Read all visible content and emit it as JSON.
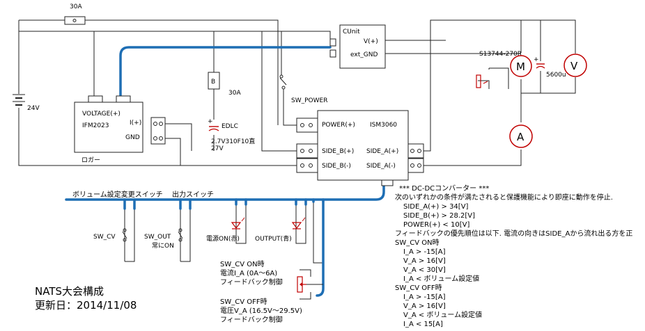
{
  "battery": {
    "voltage": "24V"
  },
  "fuse": {
    "rating": "30A"
  },
  "breaker": {
    "label": "B",
    "rating": "30A"
  },
  "logger": {
    "label_voltage": "VOLTAGE(+)",
    "model": "IFM2023",
    "port_i": "I(+)",
    "port_gnd": "GND",
    "caption": "ロガー"
  },
  "edlc": {
    "name": "EDLC",
    "spec": "2.7V310F10直",
    "voltage": "27V"
  },
  "cunit": {
    "title": "CUnit",
    "port_v": "V(+)",
    "port_gnd": "ext_GND"
  },
  "sw_power": {
    "label": "SW_POWER"
  },
  "ism": {
    "model": "ISM3060",
    "power": "POWER(+)",
    "side_b_plus": "SIDE_B(+)",
    "side_b_minus": "SIDE_B(-)",
    "side_a_plus": "SIDE_A(+)",
    "side_a_minus": "SIDE_A(-)"
  },
  "motor": {
    "model": "S13744-270R",
    "symbol": "M",
    "cap": "5600u"
  },
  "meters": {
    "voltmeter": "V",
    "ammeter": "A"
  },
  "switches": {
    "volume_title": "ボリューム設定変更スイッチ",
    "output_title": "出力スイッチ",
    "sw_cv": "SW_CV",
    "sw_out": "SW_OUT",
    "sw_out_note": "常にON"
  },
  "leds": {
    "power_led": "電源ON(赤)",
    "output_led": "OUTPUT(青)"
  },
  "modes": {
    "cv_on_title": "SW_CV ON時",
    "cv_on_line1": "電流I_A (0A～6A)",
    "cv_on_line2": "フィードバック制御",
    "cv_off_title": "SW_CV OFF時",
    "cv_off_line1": "電圧V_A (16.5V～29.5V)",
    "cv_off_line2": "フィードバック制御"
  },
  "notes": {
    "header": "*** DC-DCコンバーター ***",
    "intro": "次のいずれかの条件が満たされると保護機能により即座に動作を停止.",
    "c1": "SIDE_A(+) > 34[V]",
    "c2": "SIDE_B(+) > 28.2[V]",
    "c3": "POWER(+) < 10[V]",
    "priority": "フィードバックの優先順位は以下. 電流の向きはSIDE_Aから流れ出る方を正",
    "on_title": "SW_CV ON時",
    "on1": "I_A > -15[A]",
    "on2": "V_A > 16[V]",
    "on3": "V_A < 30[V]",
    "on4": "I_A < ボリューム設定値",
    "off_title": "SW_CV OFF時",
    "off1": "I_A > -15[A]",
    "off2": "V_A > 16[V]",
    "off3": "V_A < ボリューム設定値",
    "off4": "I_A < 15[A]"
  },
  "footer": {
    "title": "NATS大会構成",
    "updated": "更新日：2014/11/08"
  },
  "colors": {
    "bus": "#1e6eb4",
    "wire": "#222222",
    "accent": "#c00000"
  }
}
